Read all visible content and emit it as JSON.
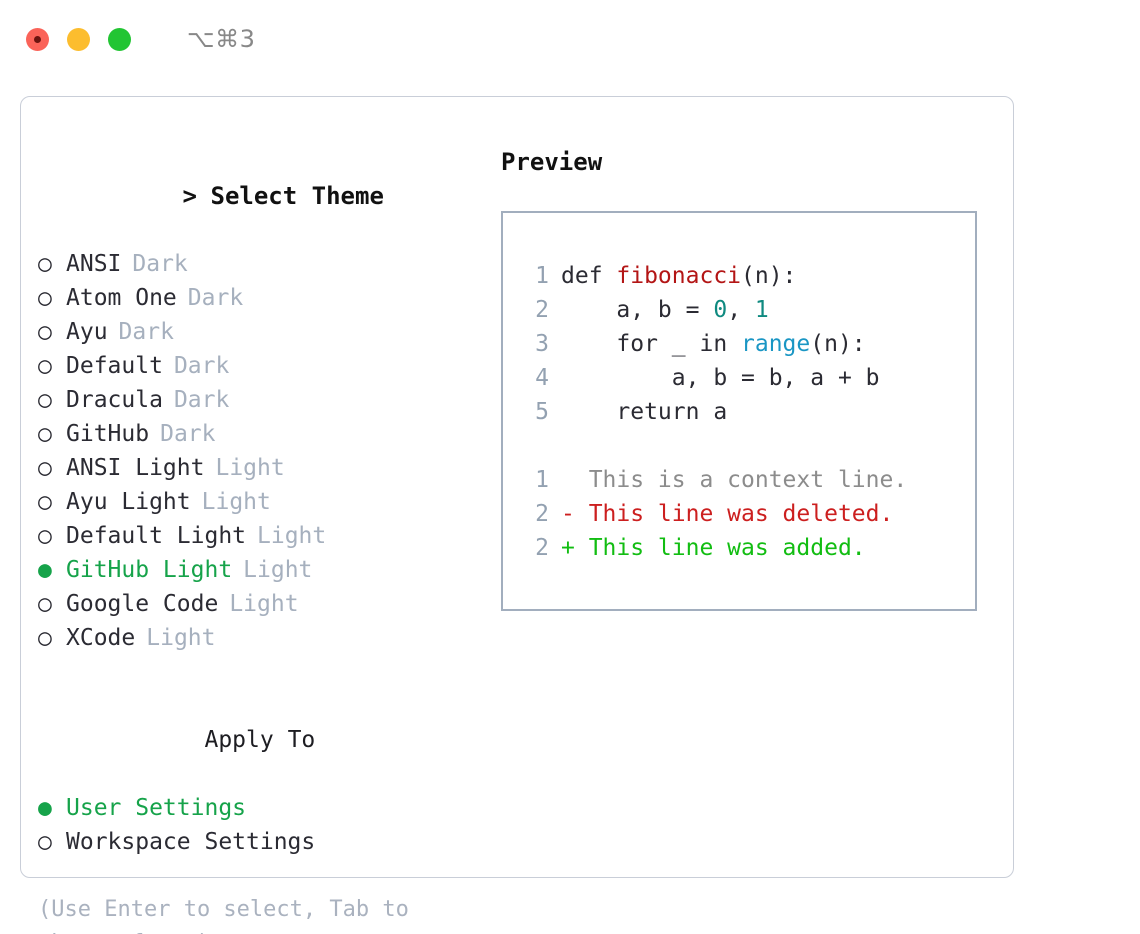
{
  "titlebar": {
    "shortcut": "⌥⌘3",
    "lights": [
      "close-red",
      "minimize-yellow",
      "maximize-green"
    ]
  },
  "theme_section": {
    "caret": ">",
    "header": "Select Theme",
    "items": [
      {
        "marker": "○",
        "label": "ANSI",
        "suffix": "Dark",
        "selected": false
      },
      {
        "marker": "○",
        "label": "Atom One",
        "suffix": "Dark",
        "selected": false
      },
      {
        "marker": "○",
        "label": "Ayu",
        "suffix": "Dark",
        "selected": false
      },
      {
        "marker": "○",
        "label": "Default",
        "suffix": "Dark",
        "selected": false
      },
      {
        "marker": "○",
        "label": "Dracula",
        "suffix": "Dark",
        "selected": false
      },
      {
        "marker": "○",
        "label": "GitHub",
        "suffix": "Dark",
        "selected": false
      },
      {
        "marker": "○",
        "label": "ANSI Light",
        "suffix": "Light",
        "selected": false
      },
      {
        "marker": "○",
        "label": "Ayu Light",
        "suffix": "Light",
        "selected": false
      },
      {
        "marker": "○",
        "label": "Default Light",
        "suffix": "Light",
        "selected": false
      },
      {
        "marker": "●",
        "label": "GitHub Light",
        "suffix": "Light",
        "selected": true
      },
      {
        "marker": "○",
        "label": "Google Code",
        "suffix": "Light",
        "selected": false
      },
      {
        "marker": "○",
        "label": "XCode",
        "suffix": "Light",
        "selected": false
      }
    ]
  },
  "apply_section": {
    "header": "Apply To",
    "items": [
      {
        "marker": "●",
        "label": "User Settings",
        "selected": true
      },
      {
        "marker": "○",
        "label": "Workspace Settings",
        "selected": false
      }
    ]
  },
  "hint": "(Use Enter to select, Tab to change focus)",
  "preview": {
    "title": "Preview",
    "code_lines": [
      {
        "no": "1",
        "parts": [
          {
            "t": "def ",
            "c": "plain"
          },
          {
            "t": "fibonacci",
            "c": "fn"
          },
          {
            "t": "(n):",
            "c": "plain"
          }
        ]
      },
      {
        "no": "2",
        "parts": [
          {
            "t": "    a, b = ",
            "c": "plain"
          },
          {
            "t": "0",
            "c": "num"
          },
          {
            "t": ", ",
            "c": "plain"
          },
          {
            "t": "1",
            "c": "num"
          }
        ]
      },
      {
        "no": "3",
        "parts": [
          {
            "t": "    for _ in ",
            "c": "plain"
          },
          {
            "t": "range",
            "c": "call"
          },
          {
            "t": "(n):",
            "c": "plain"
          }
        ]
      },
      {
        "no": "4",
        "parts": [
          {
            "t": "        a, b = b, a + b",
            "c": "plain"
          }
        ]
      },
      {
        "no": "5",
        "parts": [
          {
            "t": "    return a",
            "c": "plain"
          }
        ]
      }
    ],
    "diff_lines": [
      {
        "no": "1",
        "text": "  This is a context line.",
        "kind": "context"
      },
      {
        "no": "2",
        "text": "- This line was deleted.",
        "kind": "del"
      },
      {
        "no": "2",
        "text": "+ This line was added.",
        "kind": "add"
      }
    ]
  },
  "colors": {
    "accent_green": "#16a34a",
    "muted": "#a6b0be",
    "panel_border": "#c9ced8",
    "preview_border": "#a2aebe",
    "diff_add": "#12bd12",
    "diff_del": "#cc1f1f"
  }
}
